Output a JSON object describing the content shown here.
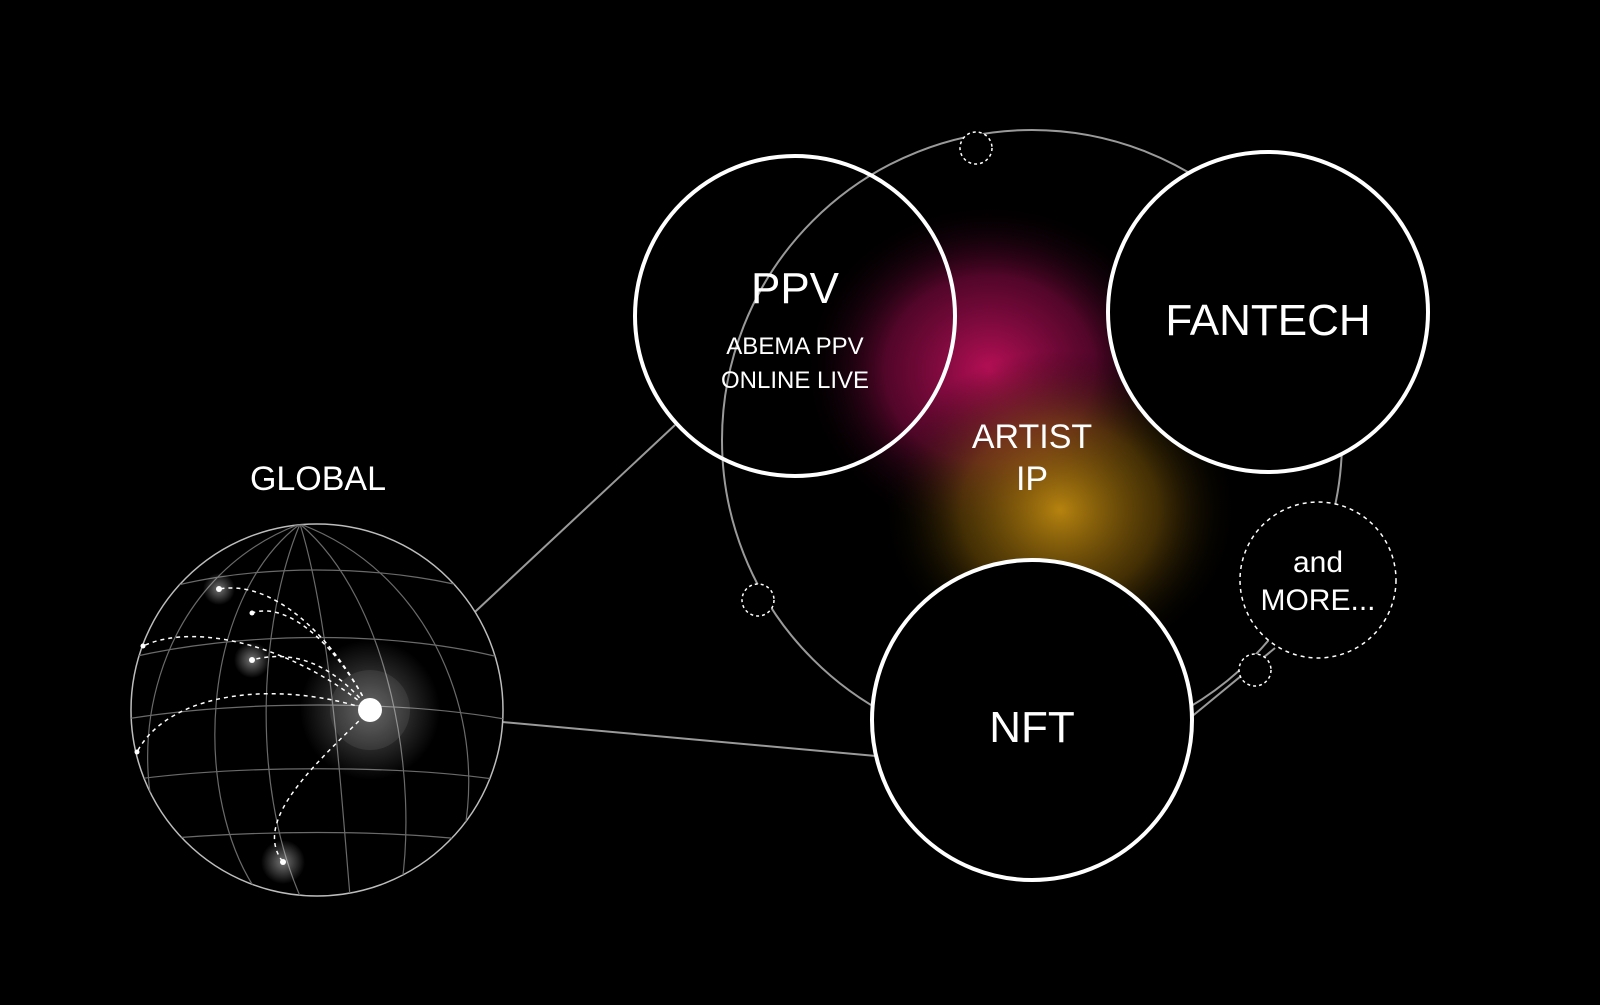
{
  "globe": {
    "label": "GLOBAL"
  },
  "center": {
    "label_line1": "ARTIST",
    "label_line2": "IP"
  },
  "nodes": {
    "ppv": {
      "title": "PPV",
      "sub_line1": "ABEMA PPV",
      "sub_line2": "ONLINE LIVE"
    },
    "fantech": {
      "title": "FANTECH"
    },
    "nft": {
      "title": "NFT"
    },
    "more": {
      "line1": "and",
      "line2": "MORE..."
    }
  },
  "colors": {
    "background": "#000000",
    "foreground": "#ffffff",
    "magenta_glow": "#c0105a",
    "amber_glow": "#c08a10",
    "thin_line": "#9a9a9a"
  }
}
